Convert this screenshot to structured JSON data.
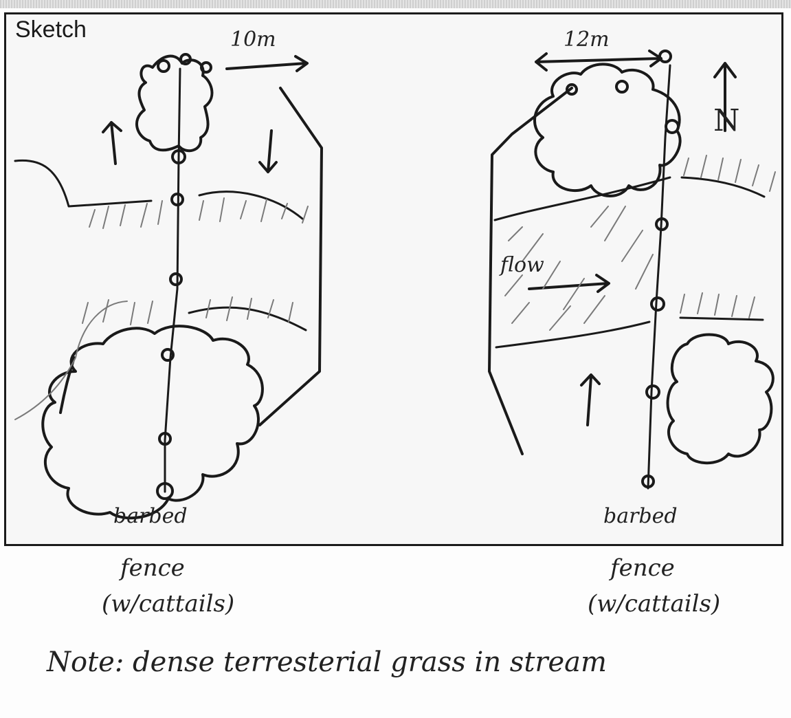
{
  "sketch": {
    "label": "Sketch",
    "left_panel": {
      "scale_label": "10m",
      "barbed_label": "barbed",
      "fence_label": "fence",
      "cattails_label": "(w/cattails)"
    },
    "right_panel": {
      "scale_label": "12m",
      "flow_label": "flow",
      "barbed_label": "barbed",
      "fence_label": "fence",
      "cattails_label": "(w/cattails)",
      "north_label": "N"
    }
  },
  "note": {
    "text": "Note: dense terresterial grass in stream"
  },
  "colors": {
    "ink": "#1a1a1a",
    "pencil": "#7a7a7a",
    "paper": "#f7f7f7"
  }
}
